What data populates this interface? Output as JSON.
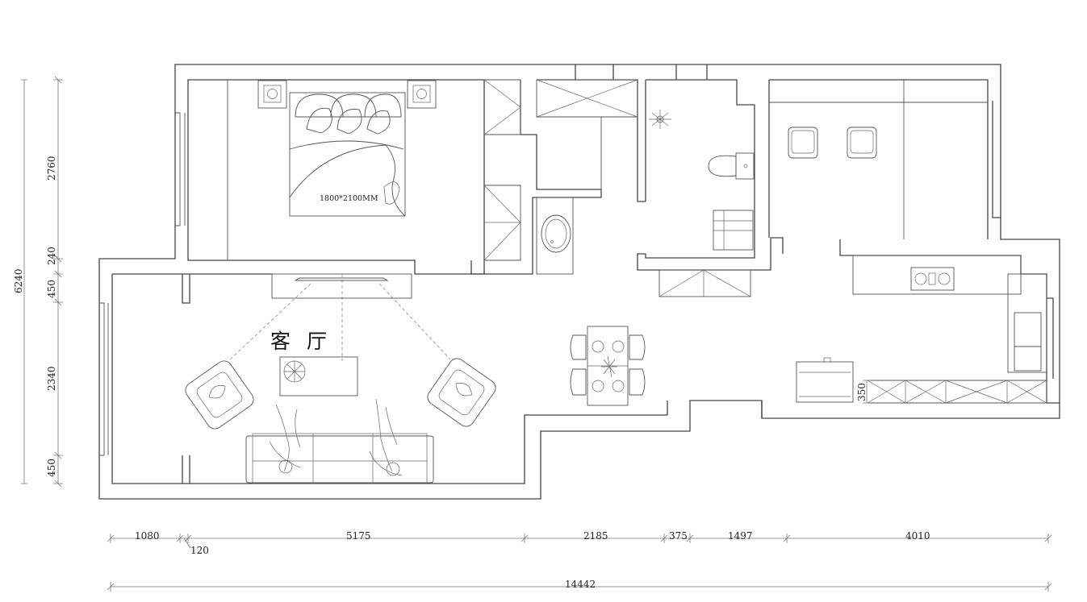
{
  "labels": {
    "living_room": "客 厅",
    "bed_size": "1800*2100MM"
  },
  "dimensions": {
    "left_total": "6240",
    "left_segments": [
      "2760",
      "240",
      "450",
      "2340",
      "450"
    ],
    "bottom_segments": [
      "1080",
      "5175",
      "2185",
      "375",
      "1497",
      "4010"
    ],
    "bottom_small": "120",
    "bottom_total": "14442",
    "kitchen_counter": "350"
  }
}
